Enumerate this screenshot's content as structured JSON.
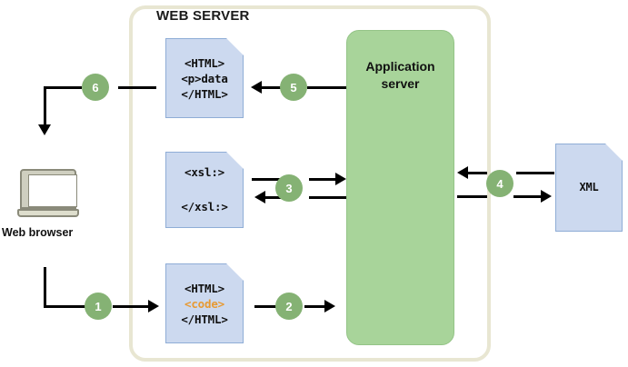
{
  "diagram": {
    "server_container": {
      "title": "WEB SERVER"
    },
    "browser": {
      "label": "Web browser",
      "icon": "laptop-icon"
    },
    "app_server": {
      "line1": "Application",
      "line2": "server"
    },
    "documents": {
      "html_output": {
        "name": "html-output-document",
        "lines": [
          "<HTML>",
          "<p>data",
          "</HTML>"
        ]
      },
      "xsl": {
        "name": "xsl-document",
        "lines": [
          "<xsl:>",
          "</xsl:>"
        ]
      },
      "html_source": {
        "name": "html-source-document",
        "line1": "<HTML>",
        "line2": "<code>",
        "line3": "</HTML>"
      },
      "xml": {
        "name": "xml-document",
        "label": "XML"
      }
    },
    "steps": [
      {
        "id": "step-1",
        "number": "1"
      },
      {
        "id": "step-2",
        "number": "2"
      },
      {
        "id": "step-3",
        "number": "3"
      },
      {
        "id": "step-4",
        "number": "4"
      },
      {
        "id": "step-5",
        "number": "5"
      },
      {
        "id": "step-6",
        "number": "6"
      }
    ],
    "colors": {
      "document_fill": "#ccd9ef",
      "document_stroke": "#8fadd6",
      "app_server_fill": "#a8d49a",
      "step_badge": "#85b274",
      "container_border": "#e8e6d2",
      "code_highlight": "#e79a34"
    }
  }
}
